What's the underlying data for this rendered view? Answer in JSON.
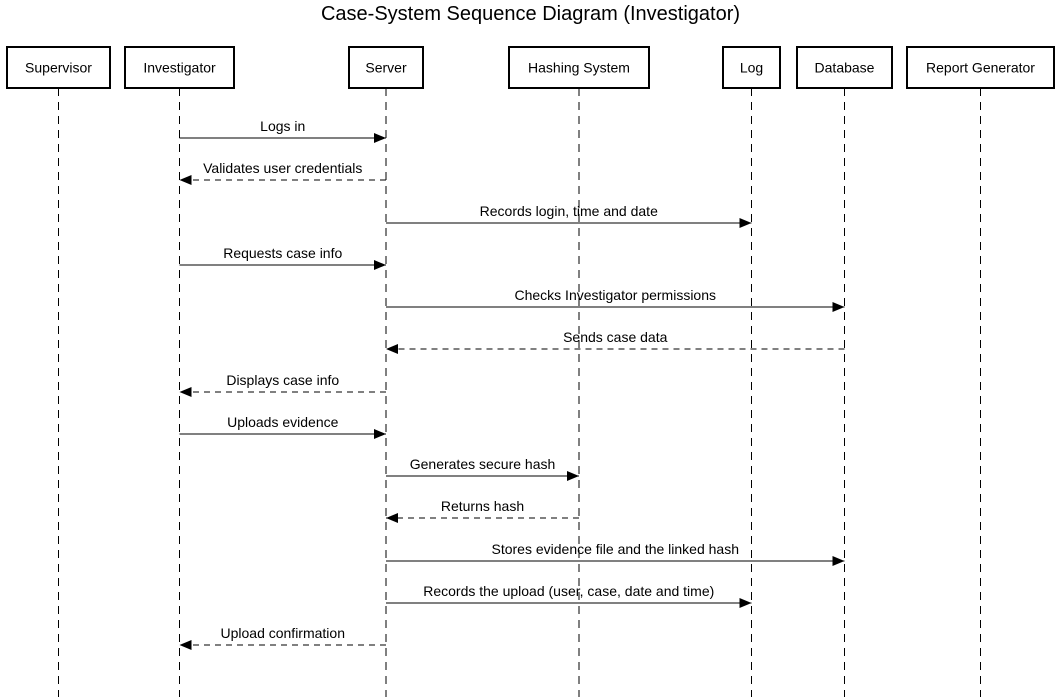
{
  "title": "Case-System Sequence Diagram (Investigator)",
  "colors": {
    "line": "#000000",
    "background": "#ffffff"
  },
  "participants": [
    {
      "id": "supervisor",
      "label": "Supervisor"
    },
    {
      "id": "investigator",
      "label": "Investigator"
    },
    {
      "id": "server",
      "label": "Server"
    },
    {
      "id": "hashing",
      "label": "Hashing System"
    },
    {
      "id": "log",
      "label": "Log"
    },
    {
      "id": "database",
      "label": "Database"
    },
    {
      "id": "report",
      "label": "Report Generator"
    }
  ],
  "messages": [
    {
      "from": "investigator",
      "to": "server",
      "label": "Logs in",
      "style": "solid"
    },
    {
      "from": "server",
      "to": "investigator",
      "label": "Validates user credentials",
      "style": "dashed"
    },
    {
      "from": "server",
      "to": "log",
      "label": "Records login, time and date",
      "style": "solid"
    },
    {
      "from": "investigator",
      "to": "server",
      "label": "Requests case info",
      "style": "solid"
    },
    {
      "from": "server",
      "to": "database",
      "label": "Checks Investigator permissions",
      "style": "solid"
    },
    {
      "from": "database",
      "to": "server",
      "label": "Sends case data",
      "style": "dashed"
    },
    {
      "from": "server",
      "to": "investigator",
      "label": "Displays case info",
      "style": "dashed"
    },
    {
      "from": "investigator",
      "to": "server",
      "label": "Uploads evidence",
      "style": "solid"
    },
    {
      "from": "server",
      "to": "hashing",
      "label": "Generates secure hash",
      "style": "solid"
    },
    {
      "from": "hashing",
      "to": "server",
      "label": "Returns hash",
      "style": "dashed"
    },
    {
      "from": "server",
      "to": "database",
      "label": "Stores evidence file and the linked hash",
      "style": "solid"
    },
    {
      "from": "server",
      "to": "log",
      "label": "Records the upload (user, case, date and time)",
      "style": "solid"
    },
    {
      "from": "server",
      "to": "investigator",
      "label": "Upload confirmation",
      "style": "dashed"
    }
  ]
}
